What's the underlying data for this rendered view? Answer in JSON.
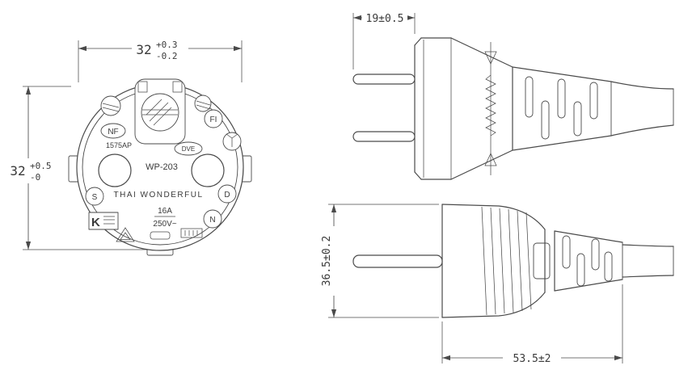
{
  "colors": {
    "line": "#4a4a4a",
    "text": "#3a3a3a",
    "background": "#ffffff"
  },
  "front": {
    "dim_width": "32",
    "dim_width_plus": "+0.3",
    "dim_width_minus": "-0.2",
    "dim_height": "32",
    "dim_height_plus": "+0.5",
    "dim_height_minus": "-0",
    "nf": "NF",
    "approval": "1575AP",
    "fi": "FI",
    "vde": "DVE",
    "model": "WP-203",
    "brand": "THAI WONDERFUL",
    "s": "S",
    "d": "D",
    "n": "N",
    "k": "K",
    "current": "16A",
    "voltage": "250V~"
  },
  "side": {
    "pin_length": "19±0.5"
  },
  "top": {
    "body_width": "36.5±0.2",
    "body_length": "53.5±2"
  }
}
